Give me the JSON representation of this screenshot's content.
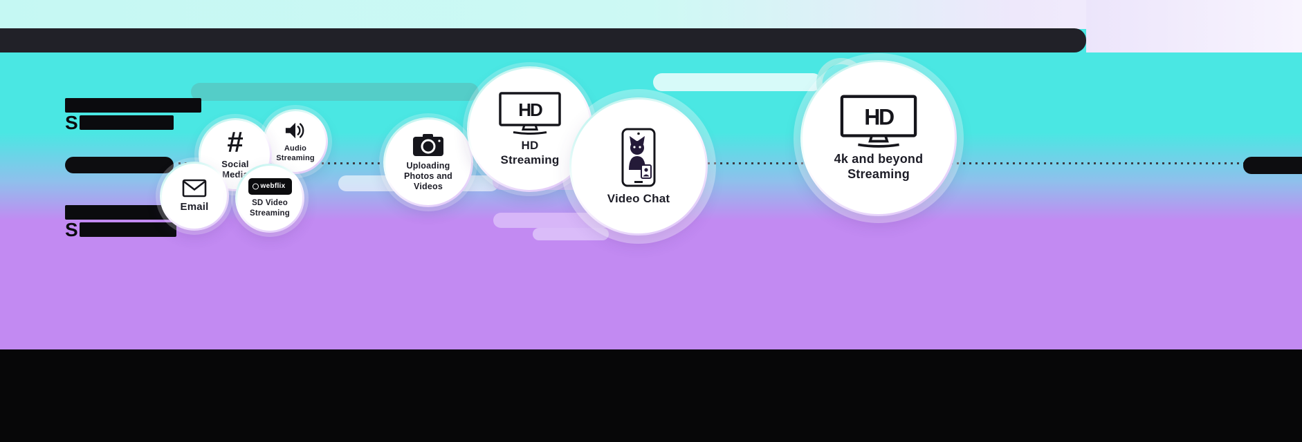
{
  "bubbles": [
    {
      "id": "email",
      "label": "Email"
    },
    {
      "id": "social-media",
      "label": "Social Media",
      "glyph": "#"
    },
    {
      "id": "audio-streaming",
      "label": "Audio Streaming"
    },
    {
      "id": "sd-video-streaming",
      "label": "SD Video Streaming",
      "badge": "webflix"
    },
    {
      "id": "uploading-photos-and-videos",
      "label": "Uploading Photos and Videos"
    },
    {
      "id": "hd-streaming",
      "label": "HD Streaming",
      "tv_text": "HD"
    },
    {
      "id": "video-chat",
      "label": "Video Chat"
    },
    {
      "id": "4k-and-beyond-streaming",
      "label": "4k and beyond Streaming",
      "tv_text": "HD"
    }
  ],
  "markers": {
    "upper_row_letter": "S",
    "lower_row_letter": "S"
  },
  "colors": {
    "cyan_background": "#4AE7E3",
    "purple_background": "#C28AF2",
    "top_bar": "#212128",
    "bottom_bar": "#070708",
    "teal_pill": "#55CAC4",
    "lavender_pill": "#D7B6F8"
  }
}
